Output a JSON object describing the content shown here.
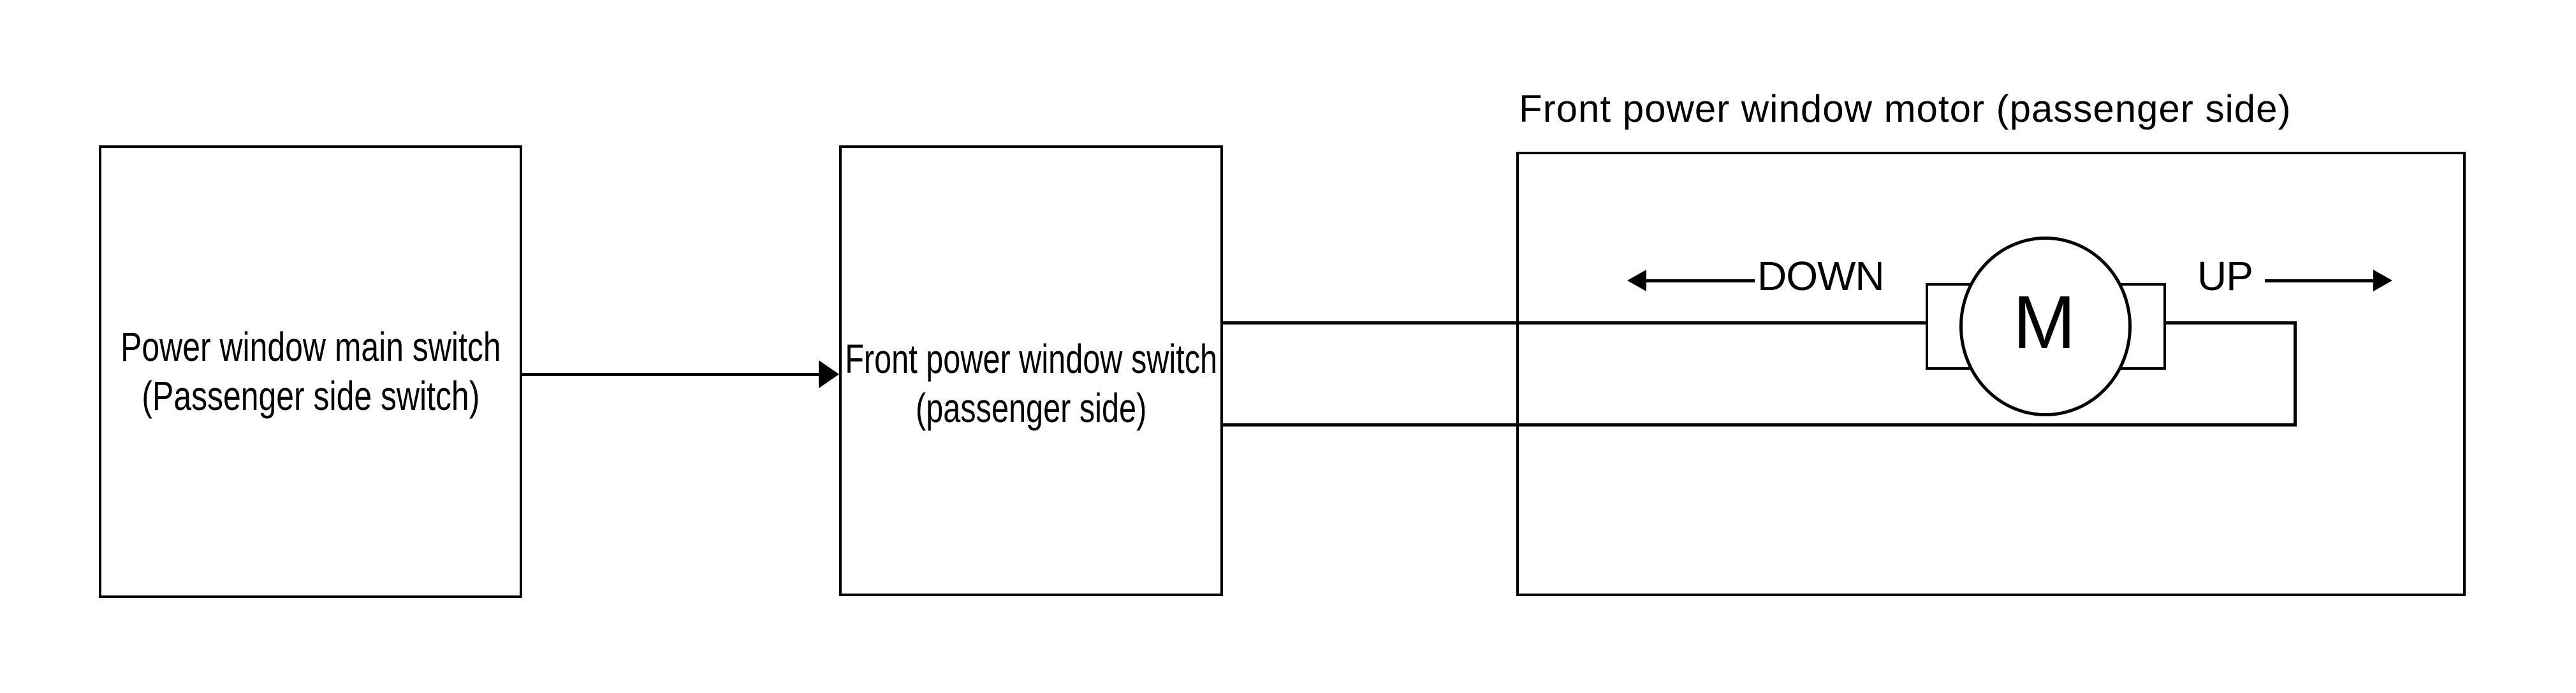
{
  "diagram": {
    "title": "Front power window motor (passenger side)",
    "boxes": {
      "main_switch": {
        "line1": "Power window main switch",
        "line2": "(Passenger side switch)"
      },
      "front_switch": {
        "line1": "Front power window switch",
        "line2": "(passenger side)"
      }
    },
    "motor": {
      "label": "M",
      "down_label": "DOWN",
      "up_label": "UP"
    },
    "colors": {
      "stroke": "#000000",
      "background": "#ffffff"
    }
  }
}
